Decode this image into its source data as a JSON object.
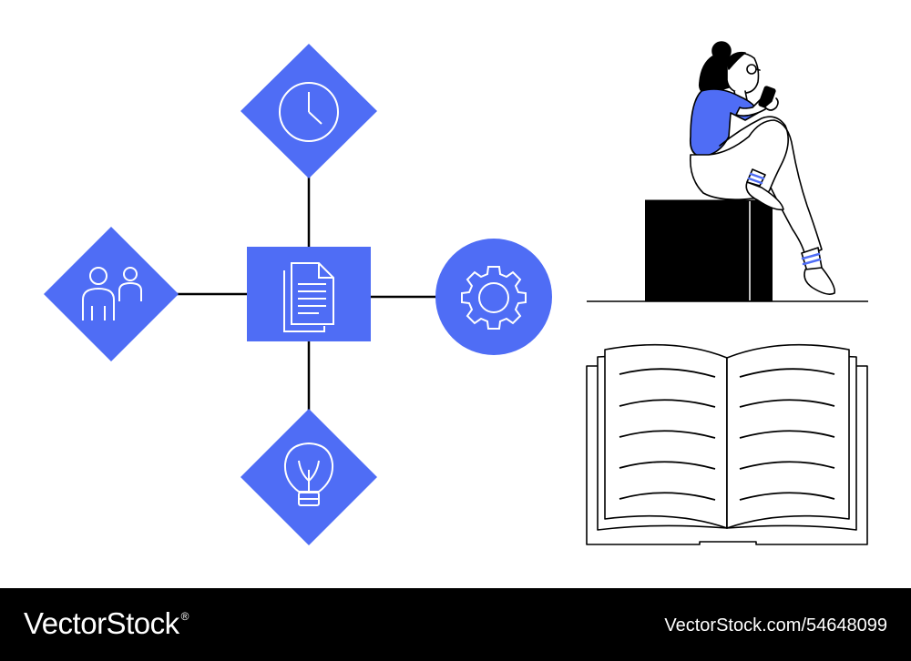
{
  "colors": {
    "accent": "#4f6df5",
    "ink": "#000000",
    "background": "#ffffff",
    "footer": "#000000",
    "footer_text": "#ffffff"
  },
  "diagram": {
    "center_node": {
      "icon": "documents-icon"
    },
    "nodes": [
      {
        "shape": "diamond",
        "icon": "clock-icon"
      },
      {
        "shape": "diamond",
        "icon": "people-icon"
      },
      {
        "shape": "circle",
        "icon": "gear-icon"
      },
      {
        "shape": "diamond",
        "icon": "lightbulb-icon"
      }
    ]
  },
  "illustration": {
    "person": "woman sitting on box reading phone",
    "object": "open book"
  },
  "watermark": {
    "brand": "VectorStock",
    "brand_mark": "®",
    "image_id": "VectorStock.com/54648099"
  }
}
